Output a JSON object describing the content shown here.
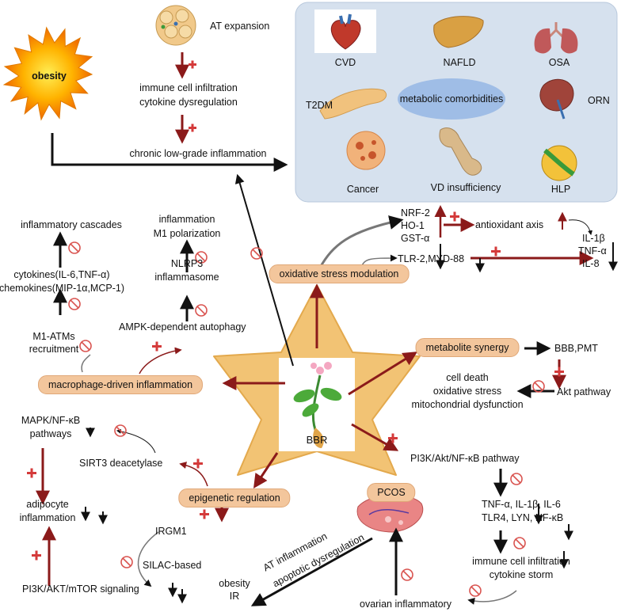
{
  "center": {
    "label": "BBR"
  },
  "obesity": {
    "label": "obesity"
  },
  "top_flow": {
    "at_expansion": "AT expansion",
    "immune_line1": "immune cell infiltration",
    "immune_line2": "cytokine dysregulation",
    "chronic": "chronic low-grade inflammation"
  },
  "comorbidities": {
    "title": "metabolic comorbidities",
    "cvd": "CVD",
    "nafld": "NAFLD",
    "osa": "OSA",
    "t2dm": "T2DM",
    "orn": "ORN",
    "cancer": "Cancer",
    "vd": "VD insufficiency",
    "hlp": "HLP"
  },
  "pills": {
    "oxidative": "oxidative stress modulation",
    "metabolite": "metabolite synergy",
    "macrophage": "macrophage-driven inflammation",
    "epigenetic": "epigenetic regulation",
    "pcos": "PCOS"
  },
  "macro": {
    "cascades": "inflammatory cascades",
    "cyto_line1": "cytokines(IL-6,TNF-α)",
    "cyto_line2": "chemokines(MIP-1α,MCP-1)",
    "m1_line1": "M1-ATMs",
    "m1_line2": "recruitment",
    "infl_line1": "inflammation",
    "infl_line2": "M1 polarization",
    "nlrp3_line1": "NLRP3",
    "nlrp3_line2": "inflammasome",
    "ampk": "AMPK-dependent autophagy"
  },
  "oxid": {
    "nrf2": "NRF-2",
    "ho1": "HO-1",
    "gst": "GST-α",
    "axis": "antioxidant axis",
    "il1b": "IL-1β",
    "tnfa": "TNF-α",
    "il8": "IL-8",
    "tlr": "TLR-2,MYD-88"
  },
  "metab": {
    "bbb": "BBB,PMT",
    "akt": "Akt pathway",
    "death1": "cell death",
    "death2": "oxidative stress",
    "death3": "mitochondrial dysfunction"
  },
  "pi3k": {
    "pathway": "PI3K/Akt/NF-κB pathway",
    "tnf_line1": "TNF-α, IL-1β, IL-6",
    "tnf_line2": "TLR4, LYN, NF-κB",
    "storm_line1": "immune cell infiltration",
    "storm_line2": "cytokine storm",
    "ovarian": "ovarian inflammatory"
  },
  "pcos_out": {
    "at_infl": "AT inflammation",
    "apoptotic": "apoptotic dysregulation",
    "obesity": "obesity",
    "ir": "IR"
  },
  "epi": {
    "mapk_line1": "MAPK/NF-κB",
    "mapk_line2": "pathways",
    "sirt3": "SIRT3 deacetylase",
    "adipo_line1": "adipocyte",
    "adipo_line2": "inflammation",
    "irgm1": "IRGM1",
    "silac": "SILAC-based",
    "pi3k_mtor": "PI3K/AKT/mTOR signaling"
  },
  "colors": {
    "red_arrow": "#8b1a1a",
    "black_arrow": "#111111",
    "pill_fill": "#f3c69c",
    "star_fill": "#f2c374",
    "panel_fill": "#d6e1ee",
    "ellipse_fill": "#9fbde6",
    "inhibit": "#d9534f"
  }
}
